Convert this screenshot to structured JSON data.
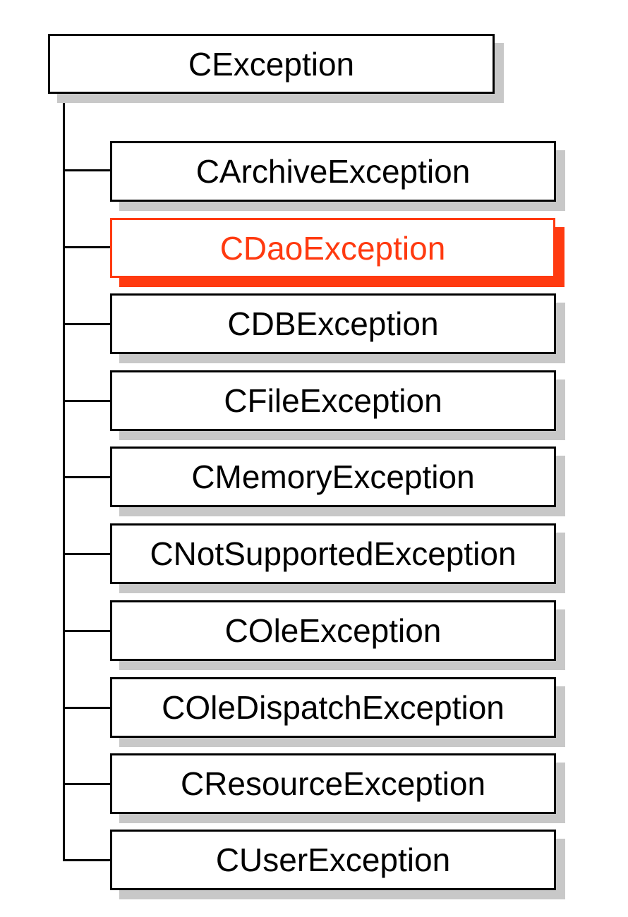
{
  "root": {
    "label": "CException"
  },
  "children": [
    {
      "label": "CArchiveException",
      "highlighted": false
    },
    {
      "label": "CDaoException",
      "highlighted": true
    },
    {
      "label": "CDBException",
      "highlighted": false
    },
    {
      "label": "CFileException",
      "highlighted": false
    },
    {
      "label": "CMemoryException",
      "highlighted": false
    },
    {
      "label": "CNotSupportedException",
      "highlighted": false
    },
    {
      "label": "COleException",
      "highlighted": false
    },
    {
      "label": "COleDispatchException",
      "highlighted": false
    },
    {
      "label": "CResourceException",
      "highlighted": false
    },
    {
      "label": "CUserException",
      "highlighted": false
    }
  ],
  "colors": {
    "box_border": "#000000",
    "box_shadow": "#c8c8c8",
    "highlight": "#ff3a10",
    "background": "#ffffff"
  }
}
